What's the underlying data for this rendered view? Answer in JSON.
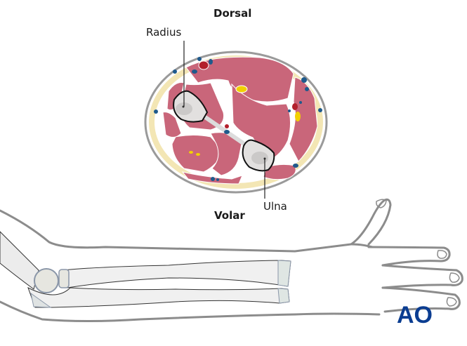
{
  "labels": {
    "dorsal": "Dorsal",
    "volar": "Volar",
    "radius": "Radius",
    "ulna": "Ulna"
  },
  "logo": {
    "text": "AO",
    "color": "#0b3d91"
  },
  "colors": {
    "muscle": "#c9667a",
    "fat": "#f3e6b4",
    "skin_outline": "#9a9a9a",
    "bone_fill": "#e2e0df",
    "bone_core": "#cbc9c8",
    "artery": "#b3202c",
    "vein": "#1f5a8c",
    "nerve": "#f2d000",
    "arm_outline": "#8c8c8c",
    "forearm_bone": "#eeeeee"
  }
}
